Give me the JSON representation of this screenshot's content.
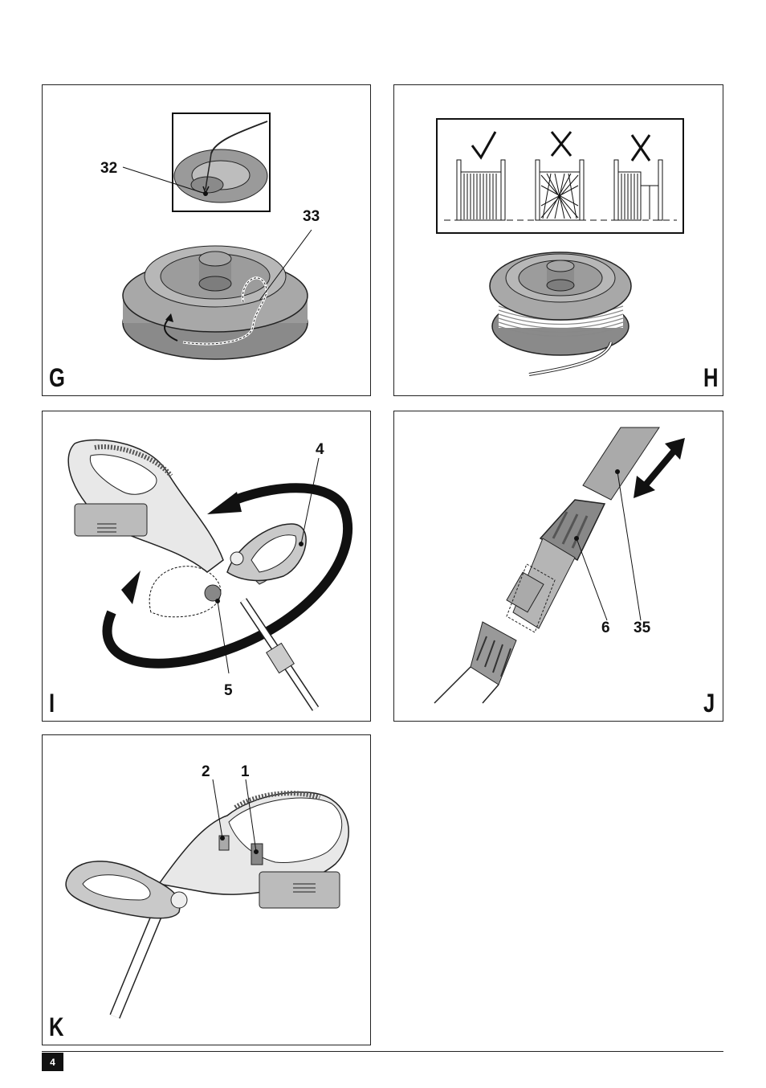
{
  "panels": {
    "G": {
      "label": "G",
      "callouts": [
        "32",
        "33"
      ]
    },
    "H": {
      "label": "H"
    },
    "I": {
      "label": "I",
      "callouts": [
        "4",
        "5"
      ]
    },
    "J": {
      "label": "J",
      "callouts": [
        "6",
        "35"
      ]
    },
    "K": {
      "label": "K",
      "callouts": [
        "2",
        "1"
      ]
    }
  },
  "icons": {
    "correct": "check-mark-icon",
    "incorrect": "cross-mark-icon"
  },
  "footer": {
    "page_number": "4"
  }
}
